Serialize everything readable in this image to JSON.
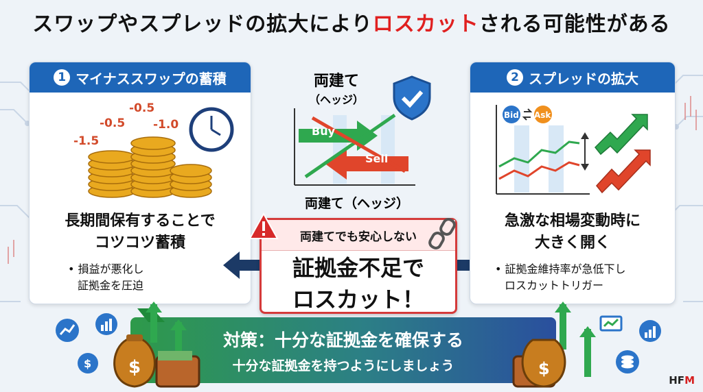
{
  "title": {
    "before": "スワップやスプレッドの拡大により",
    "highlight": "ロスカット",
    "after": "される可能性がある"
  },
  "left_panel": {
    "number": "1",
    "header": "マイナススワップの蓄積",
    "values": [
      "-0.5",
      "-0.5",
      "-1.0",
      "-1.5"
    ],
    "main_line1": "長期間保有することで",
    "main_line2": "コツコツ蓄積",
    "bullet_line1": "損益が悪化し",
    "bullet_line2": "証拠金を圧迫"
  },
  "hedge": {
    "title_line1": "両建て",
    "title_line2": "（ヘッジ）",
    "buy_label": "Buy",
    "sell_label": "Sell",
    "caption": "両建て（ヘッジ）"
  },
  "warning": {
    "top_text": "両建てでも安心しない",
    "main_line1": "証拠金不足で",
    "main_line2": "ロスカット！"
  },
  "right_panel": {
    "number": "2",
    "header": "スプレッドの拡大",
    "bid_label": "Bid",
    "ask_label": "Ask",
    "main_line1": "急激な相場変動時に",
    "main_line2": "大きく開く",
    "bullet_line1": "証拠金維持率が急低下し",
    "bullet_line2": "ロスカットトリガー"
  },
  "bottom": {
    "line1": "対策：十分な証拠金を確保する",
    "line2": "十分な証拠金を持つようにしましょう"
  },
  "logo": {
    "text_main": "HF",
    "text_accent": "M"
  },
  "colors": {
    "accent_blue": "#1e66b8",
    "alert_red": "#e02020",
    "buy_green": "#2fa84f",
    "sell_red": "#e0452b"
  }
}
